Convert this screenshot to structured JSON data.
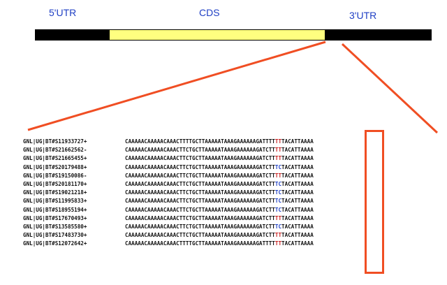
{
  "diagram": {
    "regions": {
      "utr5": "5'UTR",
      "cds": "CDS",
      "utr3": "3'UTR"
    },
    "colors": {
      "utr_fill": "#000000",
      "cds_fill": "#ffff80",
      "label_color": "#1f3fc4",
      "highlight_box": "#f04e23",
      "site_red": "#c81e1e",
      "site_blue": "#1f3fc4"
    },
    "alignment": [
      {
        "id": "GNL|UG|BT#S11933727+",
        "pre": "CAAAAACAAAAACAAACTTTTGCTTAAAAATAAAGAAAAAAGATTTT",
        "site": "TT",
        "alt": false,
        "post": "TACATTAAAA"
      },
      {
        "id": "GNL|UG|BT#S21662562-",
        "pre": "CAAAAACAAAAACAAACTTCTGCTTAAAAATAAAGAAAAAAGATCTT",
        "site": "TT",
        "alt": false,
        "post": "TACATTAAAA"
      },
      {
        "id": "GNL|UG|BT#S21665455+",
        "pre": "CAAAAACAAAAACAAACTTCTGCTTAAAAATAAAGAAAAAAGATCTT",
        "site": "TT",
        "alt": false,
        "post": "TACATTAAAA"
      },
      {
        "id": "GNL|UG|BT#S20179488+",
        "pre": "CAAAAACAAAAACAAACTTCTGCTTAAAAATAAAGAAAAAAGATCTT",
        "site": "TC",
        "alt": true,
        "post": "TACATTAAAA"
      },
      {
        "id": "GNL|UG|BT#S19150086-",
        "pre": "CAAAAACAAAAACAAACTTCTGCTTAAAAATAAAGAAAAAAGATCTT",
        "site": "TT",
        "alt": false,
        "post": "TACATTAAAA"
      },
      {
        "id": "GNL|UG|BT#S20181170+",
        "pre": "CAAAAACAAAAACAAACTTCTGCTTAAAAATAAAGAAAAAAGATCTT",
        "site": "TC",
        "alt": true,
        "post": "TACATTAAAA"
      },
      {
        "id": "GNL|UG|BT#S19021218+",
        "pre": "CAAAAACAAAAACAAACTTCTGCTTAAAAATAAAGAAAAAAGATCTT",
        "site": "TC",
        "alt": true,
        "post": "TACATTAAAA"
      },
      {
        "id": "GNL|UG|BT#S11995833+",
        "pre": "CAAAAACAAAAACAAACTTCTGCTTAAAAATAAAGAAAAAAGATCTT",
        "site": "TC",
        "alt": true,
        "post": "TACATTAAAA"
      },
      {
        "id": "GNL|UG|BT#S18955194+",
        "pre": "CAAAAACAAAAACAAACTTCTGCTTAAAAATAAAGAAAAAAGATCTT",
        "site": "TC",
        "alt": true,
        "post": "TACATTAAAA"
      },
      {
        "id": "GNL|UG|BT#S17670493+",
        "pre": "CAAAAACAAAAACAAACTTCTGCTTAAAAATAAAGAAAAAAGATCTT",
        "site": "TT",
        "alt": false,
        "post": "TACATTAAAA"
      },
      {
        "id": "GNL|UG|BT#S13585580+",
        "pre": "CAAAAACAAAAACAAACTTCTGCTTAAAAATAAAGAAAAAAGATCTT",
        "site": "TC",
        "alt": true,
        "post": "TACATTAAAA"
      },
      {
        "id": "GNL|UG|BT#S17483730+",
        "pre": "CAAAAACAAAAACAAACTTCTGCTTAAAAATAAAGAAAAAAGATCTT",
        "site": "TT",
        "alt": false,
        "post": "TACATTAAAA"
      },
      {
        "id": "GNL|UG|BT#S12072642+",
        "pre": "CAAAAACAAAAACAAACTTTTGCTTAAAAATAAAGAAAAAAGATTTT",
        "site": "TT",
        "alt": false,
        "post": "TACATTAAAA"
      }
    ]
  }
}
